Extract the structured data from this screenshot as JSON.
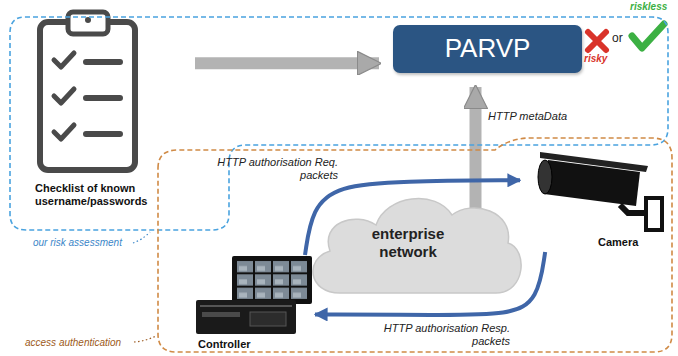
{
  "diagram": {
    "nodes": [
      {
        "text": [
          "our risk assessment"
        ]
      },
      {
        "text": [
          "Checklist of known username/passwords"
        ],
        "in": 0
      },
      {
        "text": [
          "PARVP"
        ],
        "in": 0
      },
      {
        "text": [
          "access authentication"
        ]
      },
      {
        "text": [
          "enterprise network"
        ],
        "in": 3
      },
      {
        "text": [
          "Camera"
        ],
        "in": 3
      },
      {
        "text": [
          "Controller"
        ],
        "in": 3
      }
    ],
    "edges": [
      {
        "from": 1,
        "to": 2,
        "arrow": "to"
      },
      {
        "from": 4,
        "to": 2,
        "label": "HTTP metaData",
        "arrow": "to"
      },
      {
        "from": 6,
        "to": 5,
        "label": "HTTP authorisation Req. packets",
        "arrow": "to"
      },
      {
        "from": 5,
        "to": 6,
        "label": "HTTP authorisation Resp. packets",
        "arrow": "to"
      }
    ],
    "labels": [
      "risky",
      "or",
      "riskless"
    ]
  }
}
